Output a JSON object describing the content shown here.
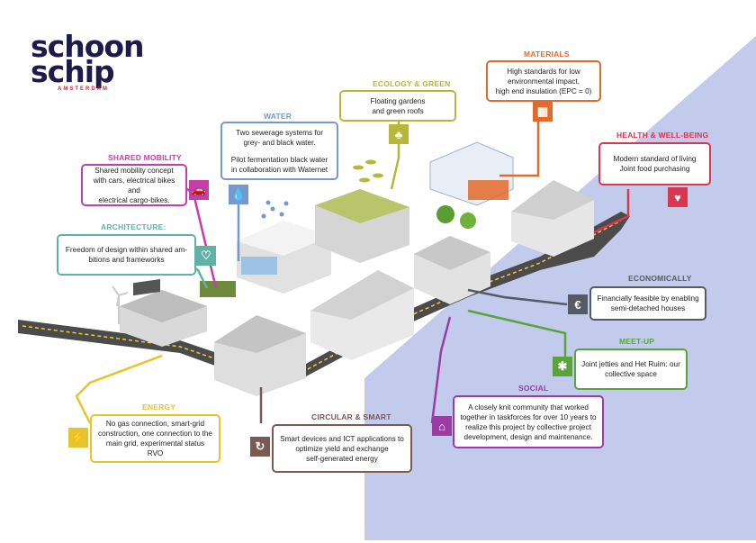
{
  "brand": {
    "line1": "schoon",
    "line2": "schip",
    "line3": "AMSTERDAM"
  },
  "colors": {
    "water": "#c2cbec",
    "road": "#4a4a4a",
    "dash": "#f5c93a",
    "materials": "#e26a2c",
    "ecology": "#b5b83a",
    "water_box": "#7399d0",
    "health": "#d9364f",
    "mobility": "#c53ea8",
    "architecture": "#5fb3a4",
    "economically": "#555b63",
    "meetup": "#5aa43c",
    "social": "#9b3ba3",
    "energy": "#e7c32c",
    "circular": "#7a5a52"
  },
  "sections": {
    "materials": {
      "title": "MATERIALS",
      "text": [
        "High standards for low",
        "environmental impact,",
        "high end insulation (EPC = 0)"
      ],
      "icon": "bricks-icon"
    },
    "ecology": {
      "title": "ECOLOGY & GREEN",
      "text": [
        "Floating gardens",
        "and green roofs"
      ],
      "icon": "tree-icon"
    },
    "water": {
      "title": "WATER",
      "text": [
        "Two sewerage systems for",
        "grey- and black water.",
        "",
        "Pilot fermentation black water",
        "in collaboration with Waternet"
      ],
      "icon": "water-drop-icon"
    },
    "health": {
      "title": "HEALTH & WELL-BEING",
      "text": [
        "Modern standard of living",
        "Joint food purchasing"
      ],
      "icon": "heart-pulse-icon"
    },
    "mobility": {
      "title": "SHARED MOBILITY",
      "text": [
        "Shared mobility concept",
        "with cars, electrical bikes and",
        "electrical cargo-bikes."
      ],
      "icon": "car-icon"
    },
    "architecture": {
      "title": "ARCHITECTURE:",
      "text": [
        "Freedom of design within shared am-",
        "bitions and frameworks"
      ],
      "icon": "handshake-icon"
    },
    "economically": {
      "title": "ECONOMICALLY",
      "text": [
        "Financially feasible by enabling",
        "semi-detached houses"
      ],
      "icon": "euro-icon"
    },
    "meetup": {
      "title": "MEET-UP",
      "text": [
        "Joint jetties and Het Ruim: our",
        "collective space"
      ],
      "icon": "meeting-icon"
    },
    "social": {
      "title": "SOCIAL",
      "text": [
        "A closely knit community that worked",
        "together in taskforces for over 10 years to",
        "realize this project by collective project",
        "development, design and maintenance."
      ],
      "icon": "institution-icon"
    },
    "energy": {
      "title": "ENERGY",
      "text": [
        "No gas connection, smart-grid",
        "construction, one connection to the",
        "main grid, experimental status  RVO"
      ],
      "icon": "lightning-icon"
    },
    "circular": {
      "title": "CIRCULAR & SMART",
      "text": [
        "Smart devices and ICT applications to",
        "optimize yield and exchange",
        "self-generated energy"
      ],
      "icon": "cycle-icon"
    }
  }
}
